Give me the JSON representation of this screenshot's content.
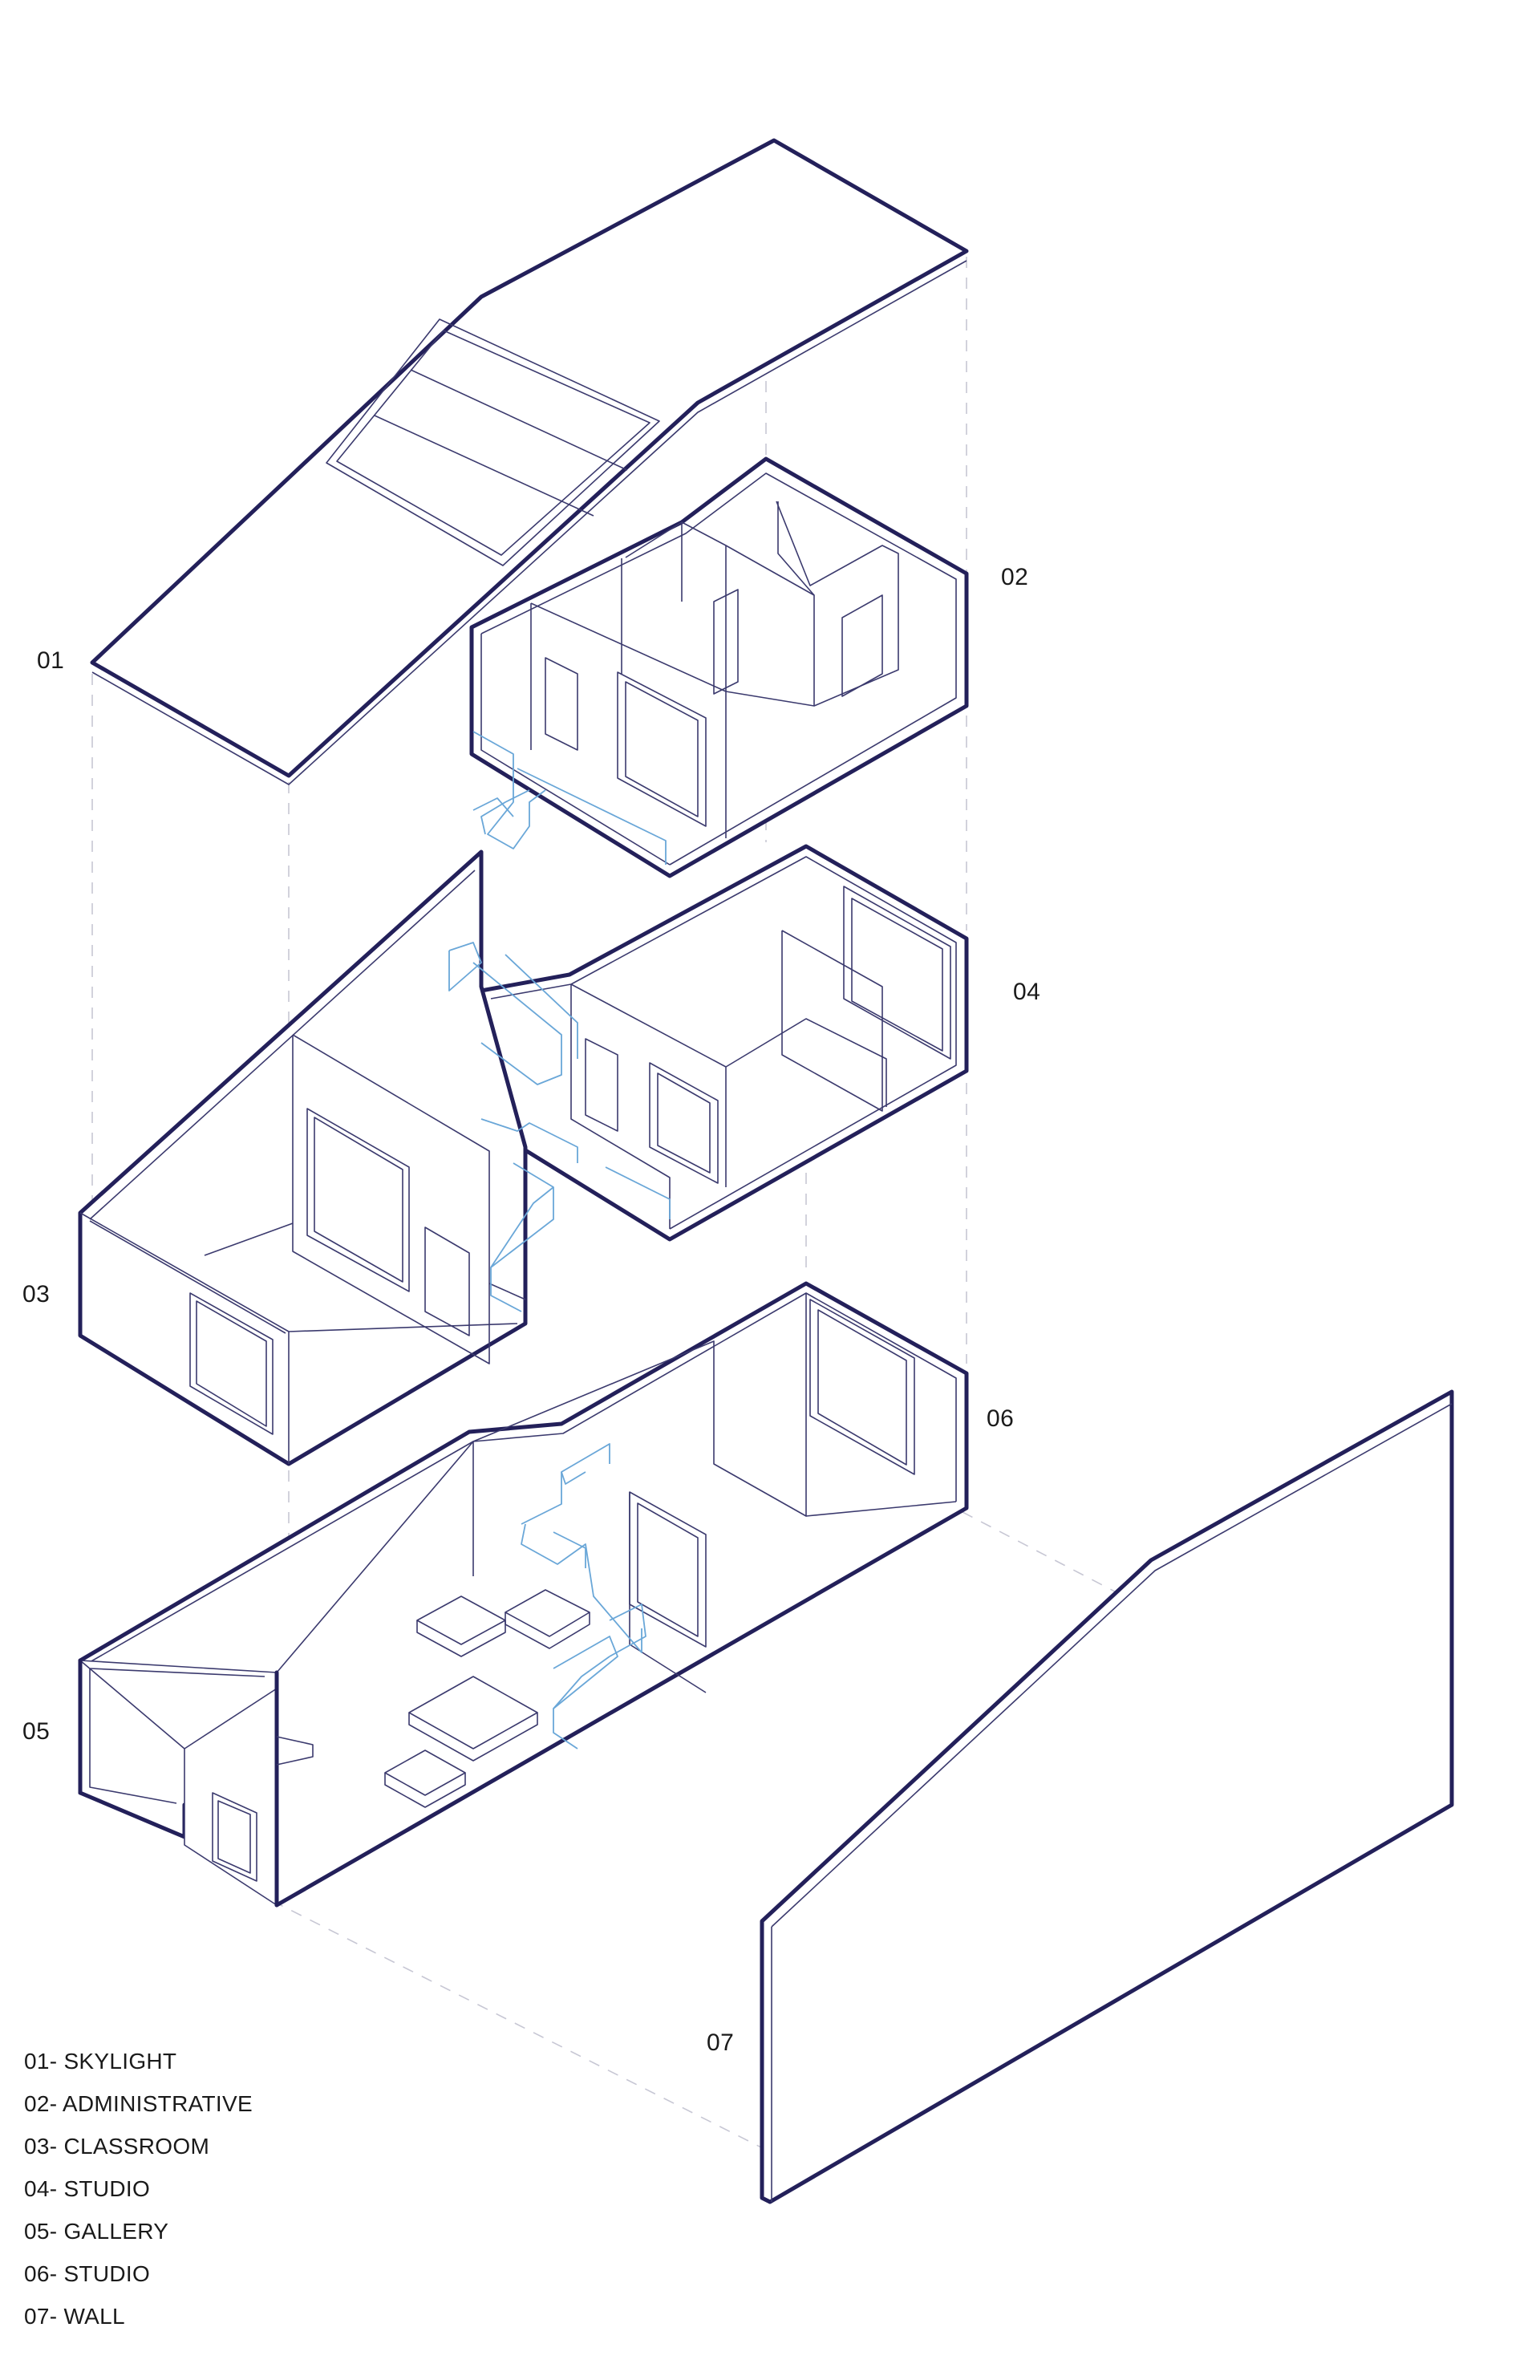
{
  "colors": {
    "outline": "#23205a",
    "detail": "#3b3a6e",
    "stairs": "#6aa7d8",
    "guides": "#c7c7d4",
    "text": "#1a1a1a"
  },
  "callouts": [
    {
      "id": "01",
      "label": "01"
    },
    {
      "id": "02",
      "label": "02"
    },
    {
      "id": "03",
      "label": "03"
    },
    {
      "id": "04",
      "label": "04"
    },
    {
      "id": "05",
      "label": "05"
    },
    {
      "id": "06",
      "label": "06"
    },
    {
      "id": "07",
      "label": "07"
    }
  ],
  "legend": [
    {
      "id": "01",
      "label": "01- SKYLIGHT"
    },
    {
      "id": "02",
      "label": "02- ADMINISTRATIVE"
    },
    {
      "id": "03",
      "label": "03- CLASSROOM"
    },
    {
      "id": "04",
      "label": "04- STUDIO"
    },
    {
      "id": "05",
      "label": "05- GALLERY"
    },
    {
      "id": "06",
      "label": "06- STUDIO"
    },
    {
      "id": "07",
      "label": "07- WALL"
    }
  ]
}
